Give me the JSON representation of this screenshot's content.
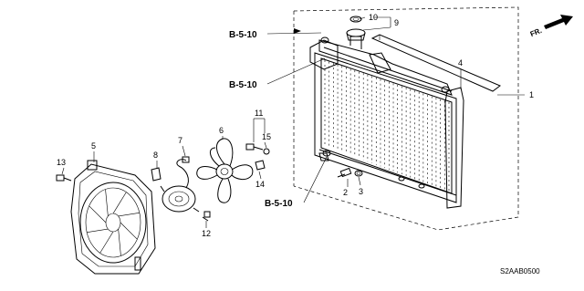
{
  "diagram": {
    "callouts": {
      "c1": "1",
      "c2": "2",
      "c3": "3",
      "c4": "4",
      "c5": "5",
      "c6": "6",
      "c7": "7",
      "c8": "8",
      "c9": "9",
      "c10": "10",
      "c11": "11",
      "c12": "12",
      "c13": "13",
      "c14": "14",
      "c15": "15"
    },
    "refs": {
      "top": "B-5-10",
      "middle": "B-5-10",
      "bottom": "B-5-10"
    },
    "direction_label": "FR.",
    "diagram_code": "S2AAB0500"
  }
}
